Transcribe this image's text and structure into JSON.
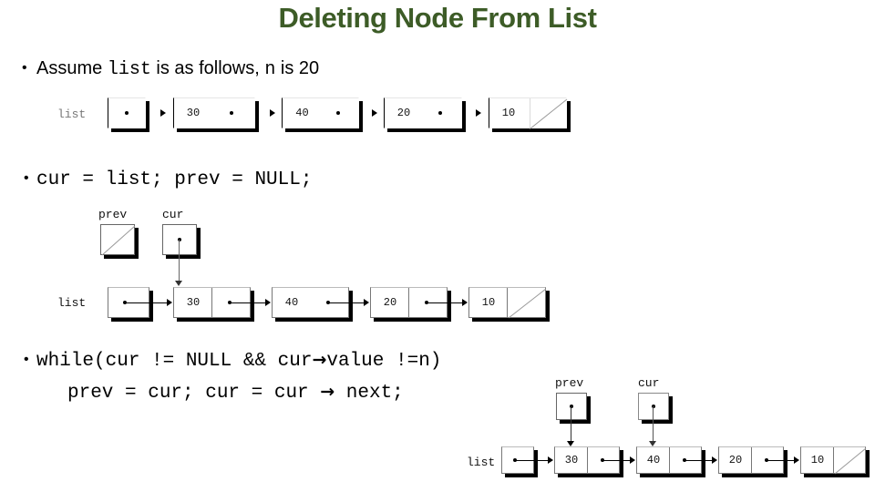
{
  "slide": {
    "title": "Deleting Node From List",
    "background": "#ffffff",
    "title_color": "#3d5c27"
  },
  "bullets": {
    "assume": {
      "marker": "•",
      "part1": "Assume ",
      "code1": "list",
      "part2": " is as follows, ",
      "code2": "n",
      "part3": " is 20"
    },
    "assign": {
      "marker": "•",
      "code": "cur = list; prev = NULL;"
    },
    "while": {
      "marker": "•",
      "code_pre": "while(cur != NULL && cur",
      "arrow": "→",
      "code_post": "value !=n)"
    },
    "loop_body": {
      "code_pre": "prev = cur; cur = cur ",
      "arrow": "→",
      "code_post": " next;"
    }
  },
  "diagrams": [
    {
      "id": "list-initial",
      "caption_label": "list",
      "nodes": [
        {
          "value": "",
          "next": "pointer"
        },
        {
          "value": "30",
          "next": "pointer"
        },
        {
          "value": "40",
          "next": "pointer"
        },
        {
          "value": "20",
          "next": "pointer"
        },
        {
          "value": "10",
          "next": "null"
        }
      ]
    },
    {
      "id": "list-cur-at-head",
      "caption_label": "list",
      "pointers": [
        {
          "name": "prev",
          "target": "null"
        },
        {
          "name": "cur",
          "target": "30"
        }
      ],
      "nodes": [
        {
          "value": "30",
          "next": "pointer"
        },
        {
          "value": "40",
          "next": "pointer"
        },
        {
          "value": "20",
          "next": "pointer"
        },
        {
          "value": "10",
          "next": "null"
        }
      ]
    },
    {
      "id": "list-after-advance",
      "caption_label": "list",
      "pointers": [
        {
          "name": "prev",
          "target": "30"
        },
        {
          "name": "cur",
          "target": "40"
        }
      ],
      "nodes": [
        {
          "value": "30",
          "next": "pointer"
        },
        {
          "value": "40",
          "next": "pointer"
        },
        {
          "value": "20",
          "next": "pointer"
        },
        {
          "value": "10",
          "next": "null"
        }
      ]
    }
  ]
}
